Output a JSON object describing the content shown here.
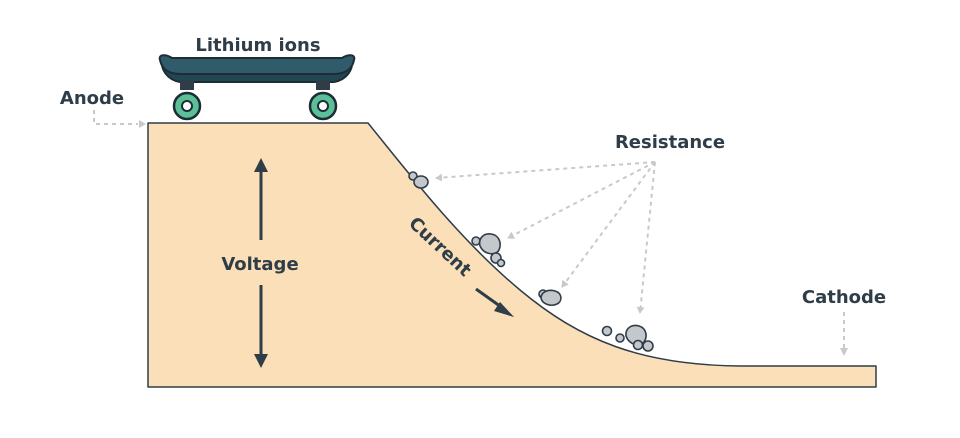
{
  "labels": {
    "ions": "Lithium ions",
    "anode": "Anode",
    "cathode": "Cathode",
    "resistance": "Resistance",
    "voltage": "Voltage",
    "current": "Current"
  },
  "colors": {
    "ramp_fill": "#fbdfb9",
    "outline": "#2e3d47",
    "text": "#2e3d47",
    "skateboard_deck": "#2f5b6b",
    "skateboard_deck_dark": "#224654",
    "wheel": "#5bbf98",
    "rock": "#c4c7cc",
    "dashed_arrow": "#c9c9c9"
  },
  "icons": {
    "skateboard": "skateboard-icon",
    "rocks": "rock-icon"
  }
}
